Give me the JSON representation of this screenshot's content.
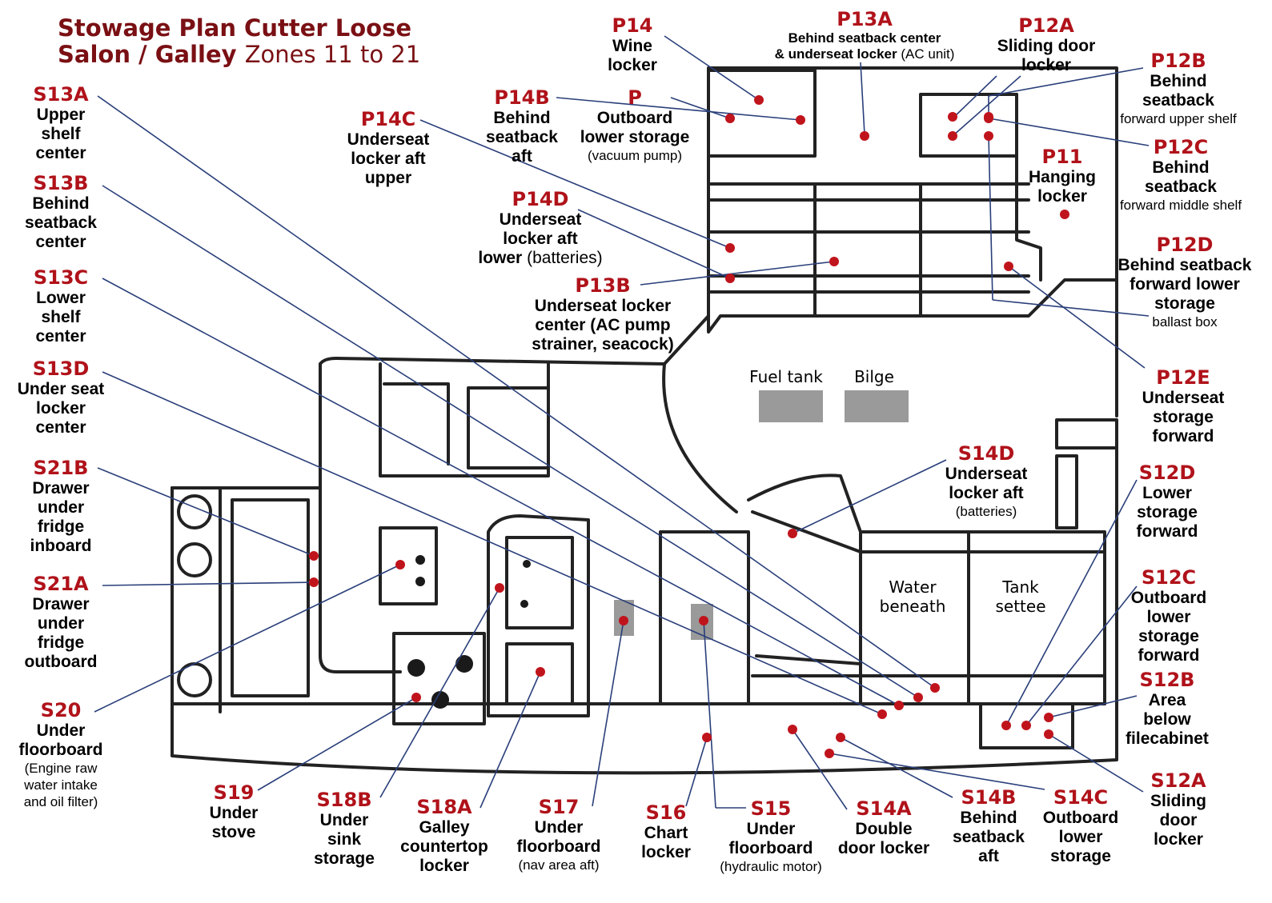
{
  "title": {
    "line1": "Stowage Plan Cutter Loose",
    "line2_bold": "Salon / Galley",
    "line2_rest": "Zones 11 to 21"
  },
  "colors": {
    "code_red": "#b0121a",
    "title_red": "#7a1014",
    "leader_blue": "#2a3f7a",
    "marker_red": "#c0141c",
    "tank_grey": "#9a9a9a"
  },
  "plan_labels": {
    "fuel_tank": "Fuel tank",
    "bilge": "Bilge",
    "water_beneath": [
      "Water",
      "beneath"
    ],
    "tank_settee": [
      "Tank",
      "settee"
    ]
  },
  "zones": [
    {
      "code": "P14",
      "lines": [
        "Wine",
        "locker"
      ],
      "note": []
    },
    {
      "code": "P13A",
      "lines": [
        "Behind seatback center"
      ],
      "mixed": [
        "& underseat locker",
        "(AC unit)"
      ],
      "note": []
    },
    {
      "code": "P12A",
      "lines": [
        "Sliding door",
        "locker"
      ],
      "note": []
    },
    {
      "code": "P12B",
      "lines": [
        "Behind",
        "seatback"
      ],
      "note": [
        "forward upper shelf"
      ]
    },
    {
      "code": "P14B",
      "lines": [
        "Behind",
        "seatback",
        "aft"
      ],
      "note": []
    },
    {
      "code": "P",
      "lines": [
        "Outboard",
        "lower storage"
      ],
      "note": [
        "(vacuum pump)"
      ]
    },
    {
      "code": "P14C",
      "lines": [
        "Underseat",
        "locker aft",
        "upper"
      ],
      "note": []
    },
    {
      "code": "P11",
      "lines": [
        "Hanging",
        "locker"
      ],
      "note": []
    },
    {
      "code": "P12C",
      "lines": [
        "Behind",
        "seatback"
      ],
      "note": [
        "forward middle shelf"
      ]
    },
    {
      "code": "P14D",
      "lines": [
        "Underseat",
        "locker aft"
      ],
      "mixed": [
        "lower",
        "(batteries)"
      ],
      "note": []
    },
    {
      "code": "P12D",
      "lines": [
        "Behind seatback",
        "forward lower",
        "storage"
      ],
      "note": [
        "ballast box"
      ]
    },
    {
      "code": "P13B",
      "lines": [
        "Underseat locker",
        "center (AC pump",
        "strainer, seacock)"
      ],
      "note": []
    },
    {
      "code": "P12E",
      "lines": [
        "Underseat",
        "storage",
        "forward"
      ],
      "note": []
    },
    {
      "code": "S13A",
      "lines": [
        "Upper",
        "shelf",
        "center"
      ],
      "note": []
    },
    {
      "code": "S13B",
      "lines": [
        "Behind",
        "seatback",
        "center"
      ],
      "note": []
    },
    {
      "code": "S13C",
      "lines": [
        "Lower",
        "shelf",
        "center"
      ],
      "note": []
    },
    {
      "code": "S13D",
      "lines": [
        "Under seat",
        "locker",
        "center"
      ],
      "note": []
    },
    {
      "code": "S21B",
      "lines": [
        "Drawer",
        "under",
        "fridge",
        "inboard"
      ],
      "note": []
    },
    {
      "code": "S21A",
      "lines": [
        "Drawer",
        "under",
        "fridge",
        "outboard"
      ],
      "note": []
    },
    {
      "code": "S20",
      "lines": [
        "Under",
        "floorboard"
      ],
      "note": [
        "(Engine raw",
        "water intake",
        "and oil filter)"
      ]
    },
    {
      "code": "S14D",
      "lines": [
        "Underseat",
        "locker aft"
      ],
      "note": [
        "(batteries)"
      ]
    },
    {
      "code": "S12D",
      "lines": [
        "Lower",
        "storage",
        "forward"
      ],
      "note": []
    },
    {
      "code": "S12C",
      "lines": [
        "Outboard",
        "lower",
        "storage",
        "forward"
      ],
      "note": []
    },
    {
      "code": "S12B",
      "lines": [
        "Area",
        "below",
        "filecabinet"
      ],
      "note": []
    },
    {
      "code": "S12A",
      "lines": [
        "Sliding",
        "door",
        "locker"
      ],
      "note": []
    },
    {
      "code": "S19",
      "lines": [
        "Under",
        "stove"
      ],
      "note": []
    },
    {
      "code": "S18B",
      "lines": [
        "Under",
        "sink",
        "storage"
      ],
      "note": []
    },
    {
      "code": "S18A",
      "lines": [
        "Galley",
        "countertop",
        "locker"
      ],
      "note": []
    },
    {
      "code": "S17",
      "lines": [
        "Under",
        "floorboard"
      ],
      "note": [
        "(nav area aft)"
      ]
    },
    {
      "code": "S16",
      "lines": [
        "Chart",
        "locker"
      ],
      "note": []
    },
    {
      "code": "S15",
      "lines": [
        "Under",
        "floorboard"
      ],
      "note": [
        "(hydraulic motor)"
      ]
    },
    {
      "code": "S14A",
      "lines": [
        "Double",
        "door locker"
      ],
      "note": []
    },
    {
      "code": "S14B",
      "lines": [
        "Behind",
        "seatback",
        "aft"
      ],
      "note": []
    },
    {
      "code": "S14C",
      "lines": [
        "Outboard",
        "lower",
        "storage"
      ],
      "note": []
    }
  ]
}
